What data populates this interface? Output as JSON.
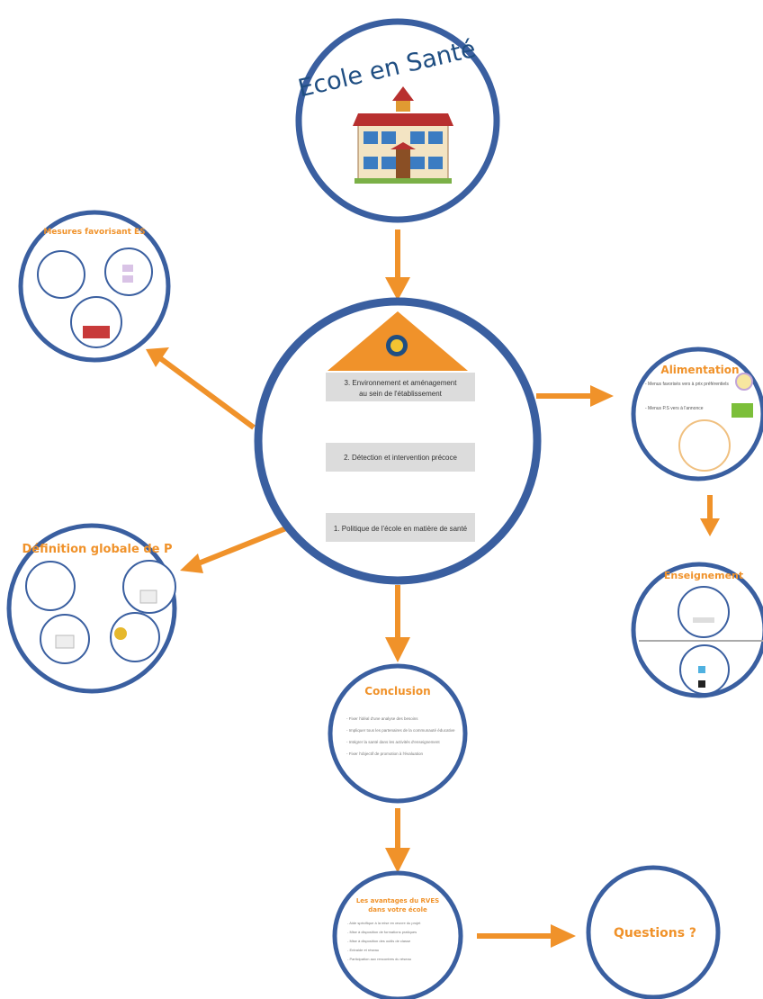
{
  "main_title": "Ecole en Santé",
  "center": {
    "levels": [
      {
        "line1": "3. Environnement et aménagement",
        "line2": "au sein de l'établissement"
      },
      {
        "line1": "2. Détection et intervention précoce",
        "line2": ""
      },
      {
        "line1": "1. Politique de l'école en matière de santé",
        "line2": ""
      }
    ]
  },
  "nodes": {
    "mesures": {
      "title": "Mesures favorisant ES"
    },
    "definition": {
      "title": "Définition globale de P"
    },
    "alimentation": {
      "title": "Alimentation",
      "line1": "- Menus favorisés vers à prix préférentiels",
      "line2": "- Menus P.S vers à l'annonce"
    },
    "enseignement": {
      "title": "Enseignement"
    },
    "conclusion": {
      "title": "Conclusion",
      "items": [
        "- Fixer l'idéal d'une analyse des besoins",
        "- Impliquer tous les partenaires de la communauté éducative",
        "- Intégrer la santé dans les activités d'enseignement",
        "- Fixer l'objectif de promotion à l'évaluation"
      ]
    },
    "avantages": {
      "title_line1": "Les avantages du RVES",
      "title_line2": "dans votre école",
      "items": [
        "- Aide spécifique à la mise en œuvre du projet",
        "- Mise à disposition de formations pratiques",
        "- Mise à disposition des outils de classe",
        "- Entraide et réseau",
        "- Participation aux rencontres du réseau"
      ]
    },
    "questions": {
      "title": "Questions ?"
    }
  },
  "colors": {
    "ring": "#3a5fa0",
    "accent": "#f0922a",
    "title_blue": "#1f4e82"
  },
  "icons": [
    "school-building-icon",
    "emblem-icon",
    "arrow-icon"
  ]
}
